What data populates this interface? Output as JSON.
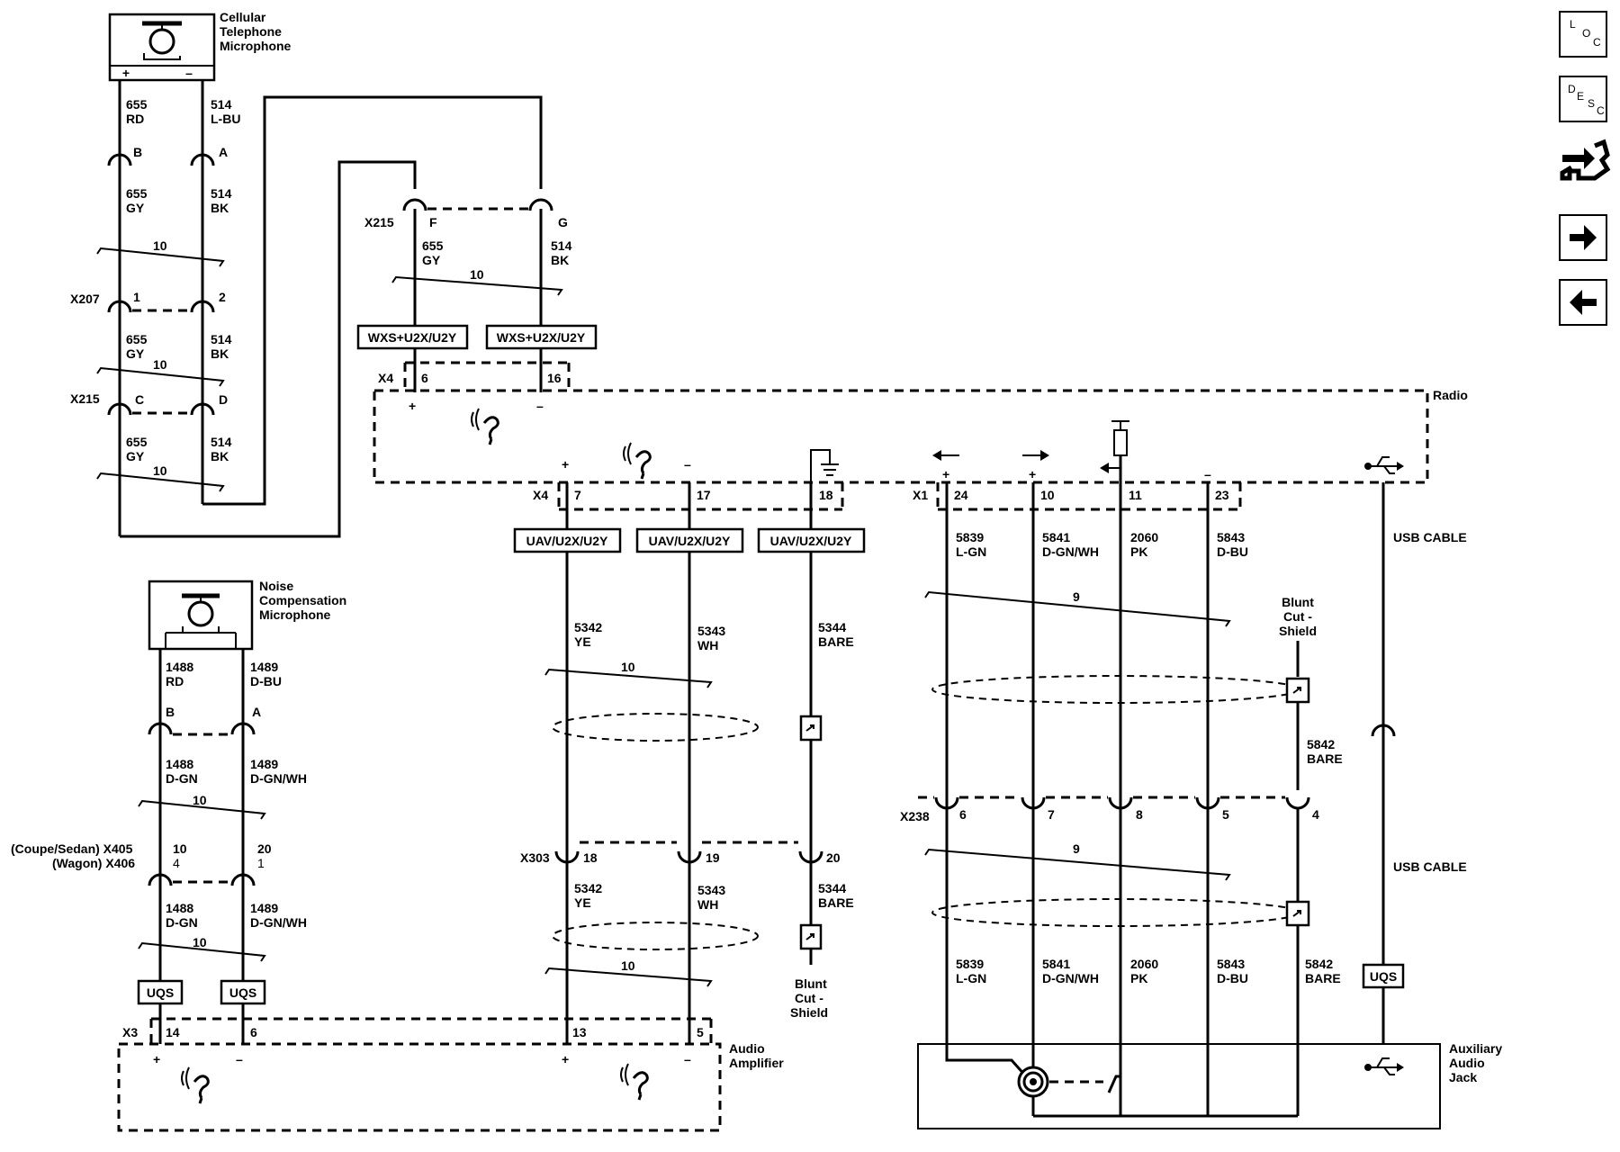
{
  "components": {
    "cell_mic": "Cellular Telephone Microphone",
    "noise_mic": "Noise Compensation Microphone",
    "radio": "Radio",
    "audio_amp": "Audio Amplifier",
    "aux_jack": "Auxiliary Audio Jack"
  },
  "connectors": {
    "x207": "X207",
    "x215": "X215",
    "x215b": "X215",
    "x4": "X4",
    "x4b": "X4",
    "x1": "X1",
    "x303": "X303",
    "x238": "X238",
    "x3": "X3",
    "x405": "(Coupe/Sedan) X405",
    "x406": "(Wagon) X406"
  },
  "option_codes": {
    "wxs": "WXS+U2X/U2Y",
    "uav": "UAV/U2X/U2Y",
    "uqs": "UQS"
  },
  "shield": "Blunt Cut - Shield",
  "usb_cable": "USB CABLE",
  "twist": {
    "ten": "10",
    "nine": "9"
  },
  "pins": {
    "B": "B",
    "A": "A",
    "one": "1",
    "two": "2",
    "C": "C",
    "D": "D",
    "F": "F",
    "G": "G",
    "p6": "6",
    "p16": "16",
    "p7": "7",
    "p17": "17",
    "p18": "18",
    "p24": "24",
    "p10": "10",
    "p11": "11",
    "p23": "23",
    "p19": "19",
    "p20": "20",
    "p8": "8",
    "p5": "5",
    "p4": "4",
    "p14": "14",
    "p13": "13",
    "p10b": "10",
    "p20b": "20",
    "p4b": "4",
    "p1b": "1"
  },
  "polarity": {
    "plus": "+",
    "minus": "–"
  },
  "wires": {
    "w655": "655",
    "w514": "514",
    "RD": "RD",
    "LBU": "L-BU",
    "GY": "GY",
    "BK": "BK",
    "w1488": "1488",
    "w1489": "1489",
    "DBU": "D-BU",
    "DGN": "D-GN",
    "DGNWH": "D-GN/WH",
    "w5342": "5342",
    "YE": "YE",
    "w5343": "5343",
    "WH": "WH",
    "w5344": "5344",
    "BARE": "BARE",
    "w5839": "5839",
    "LGN": "L-GN",
    "w5841": "5841",
    "w2060": "2060",
    "PK": "PK",
    "w5843": "5843",
    "w5842": "5842"
  },
  "nav": {
    "loc": [
      "L",
      "O",
      "C"
    ],
    "desc": [
      "D",
      "E",
      "S",
      "C"
    ]
  }
}
